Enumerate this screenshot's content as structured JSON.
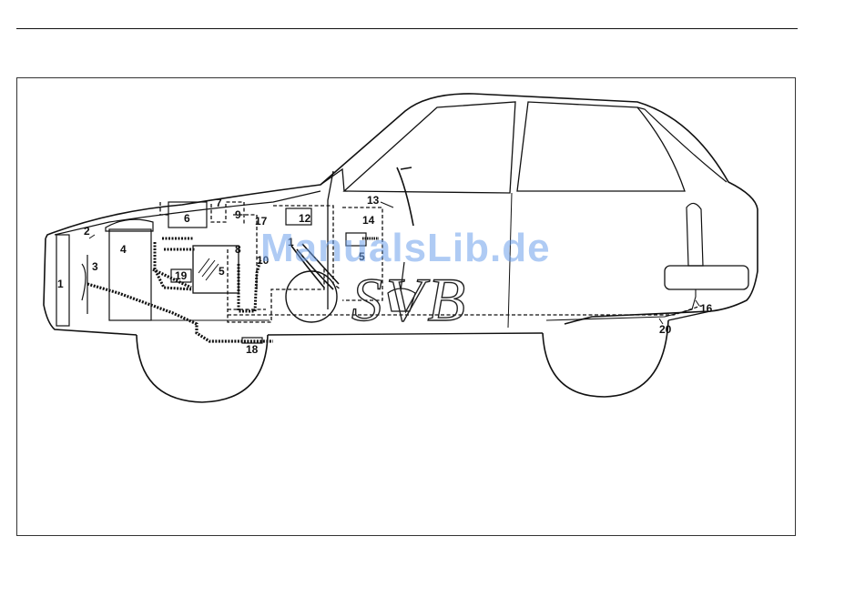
{
  "watermark": "ManualsLib.de",
  "brand_mark": "SVB",
  "callouts": [
    {
      "id": "c1",
      "text": "1"
    },
    {
      "id": "c2",
      "text": "2"
    },
    {
      "id": "c3",
      "text": "3"
    },
    {
      "id": "c4",
      "text": "4"
    },
    {
      "id": "c5a",
      "text": "5"
    },
    {
      "id": "c5b",
      "text": "5"
    },
    {
      "id": "c6",
      "text": "6"
    },
    {
      "id": "c7",
      "text": "7"
    },
    {
      "id": "c8",
      "text": "8"
    },
    {
      "id": "c9",
      "text": "9"
    },
    {
      "id": "c10",
      "text": "10"
    },
    {
      "id": "c11",
      "text": "1"
    },
    {
      "id": "c12",
      "text": "12"
    },
    {
      "id": "c13",
      "text": "13"
    },
    {
      "id": "c14",
      "text": "14"
    },
    {
      "id": "c16",
      "text": "16"
    },
    {
      "id": "c17",
      "text": "17"
    },
    {
      "id": "c18",
      "text": "18"
    },
    {
      "id": "c19",
      "text": "19"
    },
    {
      "id": "c20",
      "text": "20"
    }
  ]
}
